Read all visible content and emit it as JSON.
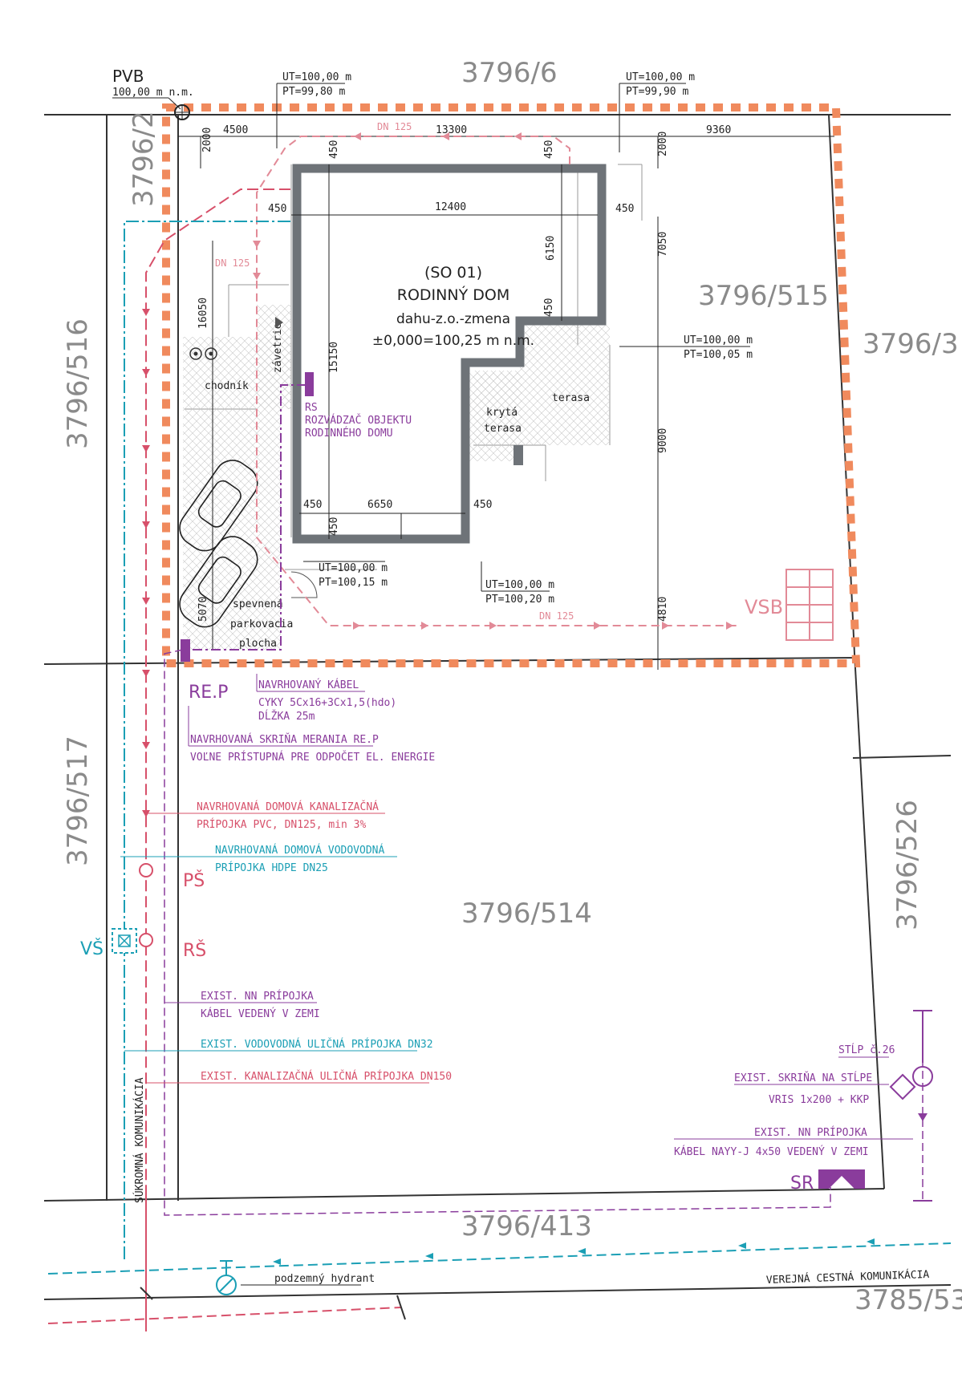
{
  "parcels": {
    "north": "3796/6",
    "nw": "3796/2",
    "west": "3796/516",
    "east": "3796/3",
    "main": "3796/515",
    "southwest": "3796/517",
    "southeast": "3796/526",
    "south": "3796/514",
    "road_parcel": "3796/413",
    "bottom_right": "3785/53"
  },
  "pvb": {
    "label": "PVB",
    "height": "100,00 m n.m."
  },
  "spot_heights": [
    {
      "ut": "UT=100,00 m",
      "pt": "PT=99,80 m"
    },
    {
      "ut": "UT=100,00 m",
      "pt": "PT=99,90 m"
    },
    {
      "ut": "UT=100,00 m",
      "pt": "PT=100,05 m"
    },
    {
      "ut": "UT=100,00 m",
      "pt": "PT=100,15 m"
    },
    {
      "ut": "UT=100,00 m",
      "pt": "PT=100,20 m"
    }
  ],
  "dimensions": {
    "d4500": "4500",
    "d13300": "13300",
    "d9360": "9360",
    "d2000a": "2000",
    "d2000b": "2000",
    "d450a": "450",
    "d450b": "450",
    "d450c": "450",
    "d450d": "450",
    "d450e": "450",
    "d450f": "450",
    "d450g": "450",
    "d450h": "450",
    "d12400": "12400",
    "d6150": "6150",
    "d7050": "7050",
    "d16050": "16050",
    "d15150": "15150",
    "d9000": "9000",
    "d6650": "6650",
    "d4810": "4810",
    "d5070": "5070"
  },
  "building": {
    "code": "(SO 01)",
    "name": "RODINNÝ DOM",
    "variant": "dahu-z.o.-zmena",
    "level": "±0,000=100,25 m n.m."
  },
  "areas": {
    "chodnik": "chodník",
    "zavetrie": "závetrie",
    "kryta_terasa_1": "krytá",
    "kryta_terasa_2": "terasa",
    "terasa": "terasa",
    "parking_1": "spevnená",
    "parking_2": "parkovacia",
    "parking_3": "plocha"
  },
  "pipe_labels": {
    "dn125_top": "DN 125",
    "dn125_left": "DN 125",
    "dn125_bottom": "DN 125"
  },
  "rs": {
    "tag": "RS",
    "line1": "ROZVÁDZAČ OBJEKTU",
    "line2": "RODINNÉHO DOMU"
  },
  "vsb": "VSB",
  "rep": "RE.P",
  "notes": {
    "cable_title": "NAVRHOVANÝ KÁBEL",
    "cable_spec": "CYKY 5Cx16+3Cx1,5(hdo)",
    "cable_len": "DĹŽKA 25m",
    "meter_title": "NAVRHOVANÁ SKRIŇA MERANIA RE.P",
    "meter_desc": "VOĽNE PRÍSTUPNÁ PRE ODPOČET EL. ENERGIE",
    "sewer_title": "NAVRHOVANÁ DOMOVÁ KANALIZAČNÁ",
    "sewer_spec": "PRÍPOJKA PVC, DN125, min 3%",
    "water_title": "NAVRHOVANÁ DOMOVÁ VODOVODNÁ",
    "water_spec": "PRÍPOJKA HDPE DN25",
    "exist_nn_1": "EXIST. NN PRÍPOJKA",
    "exist_nn_2": "KÁBEL VEDENÝ V ZEMI",
    "exist_water": "EXIST. VODOVODNÁ ULIČNÁ PRÍPOJKA DN32",
    "exist_sewer": "EXIST. KANALIZAČNÁ ULIČNÁ PRÍPOJKA DN150",
    "pole": "STĹP č.26",
    "box_1": "EXIST. SKRIŇA NA STĹPE",
    "box_2": "VRIS 1x200 + KKP",
    "nn_right_1": "EXIST. NN PRÍPOJKA",
    "nn_right_2": "KÁBEL NAYY-J 4x50 VEDENÝ V ZEMI"
  },
  "symbols": {
    "ps": "PŠ",
    "rs_shaft": "RŠ",
    "vs": "VŠ",
    "sr": "SR"
  },
  "road": {
    "private": "SÚKROMNÁ KOMUNIKÁCIA",
    "public": "VEREJNÁ CESTNÁ KOMUNIKÁCIA",
    "hydrant": "podzemný hydrant"
  },
  "colors": {
    "boundary": "#f08a5d",
    "sewer": "#d7506a",
    "water": "#1b9fb5",
    "electric": "#8a3c9c",
    "drain": "#e28a97",
    "building_wall": "#6e7378"
  }
}
